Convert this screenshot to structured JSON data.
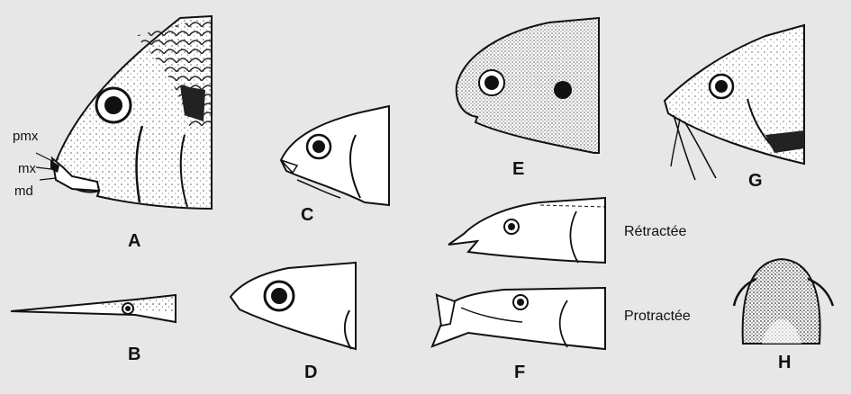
{
  "figure": {
    "panels": [
      "A",
      "B",
      "C",
      "D",
      "E",
      "F",
      "G",
      "H"
    ],
    "mouth_labels": {
      "premaxilla": "pmx",
      "maxilla": "mx",
      "mandible": "md"
    },
    "jaw_states": {
      "retracted": "Rétractée",
      "protracted": "Protractée"
    },
    "colors": {
      "background": "#e7e7e7",
      "ink": "#111111",
      "fill": "#ffffff"
    }
  }
}
